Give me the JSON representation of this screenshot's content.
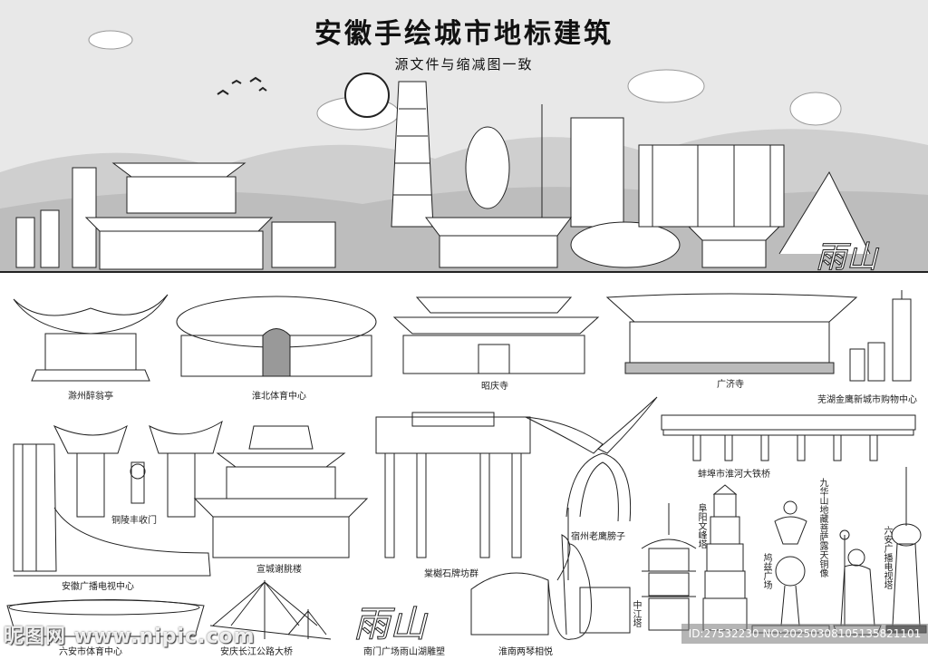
{
  "header": {
    "title": "安徽手绘城市地标建筑",
    "subtitle": "源文件与缩减图一致"
  },
  "landmarks": {
    "chuzhou": "滁州醉翁亭",
    "huaibei": "淮北体育中心",
    "zhaoqing": "昭庆寺",
    "guangji": "广济寺",
    "wuhu_mall": "芜湖金鹰新城市购物中心",
    "tongling": "铜陵丰收门",
    "xuancheng": "宣城谢朓楼",
    "tangyue": "棠樾石牌坊群",
    "suzhou": "宿州老鹰膀子",
    "bengbu": "蚌埠市淮河大铁桥",
    "ahtv": "安徽广播电视中心",
    "luan_sports": "六安市体育中心",
    "anqing_bridge": "安庆长江公路大桥",
    "nanmen": "南门广场雨山湖雕塑",
    "huainan": "淮南两琴相悦",
    "zhongjiang": "中江塔",
    "fuyang": "阜阳文峰塔",
    "jiuzi": "鸠兹广场",
    "jiuhua": "九华山地藏菩萨露天铜像",
    "luan_tower": "六安广播电视塔"
  },
  "watermarks": {
    "site": "昵图网 www.nipic.com",
    "id": "ID:27532230 NO:20250308105135821101"
  },
  "colors": {
    "sky": "#e6e6e6",
    "mountain": "#c8c8c8",
    "line": "#222222"
  }
}
